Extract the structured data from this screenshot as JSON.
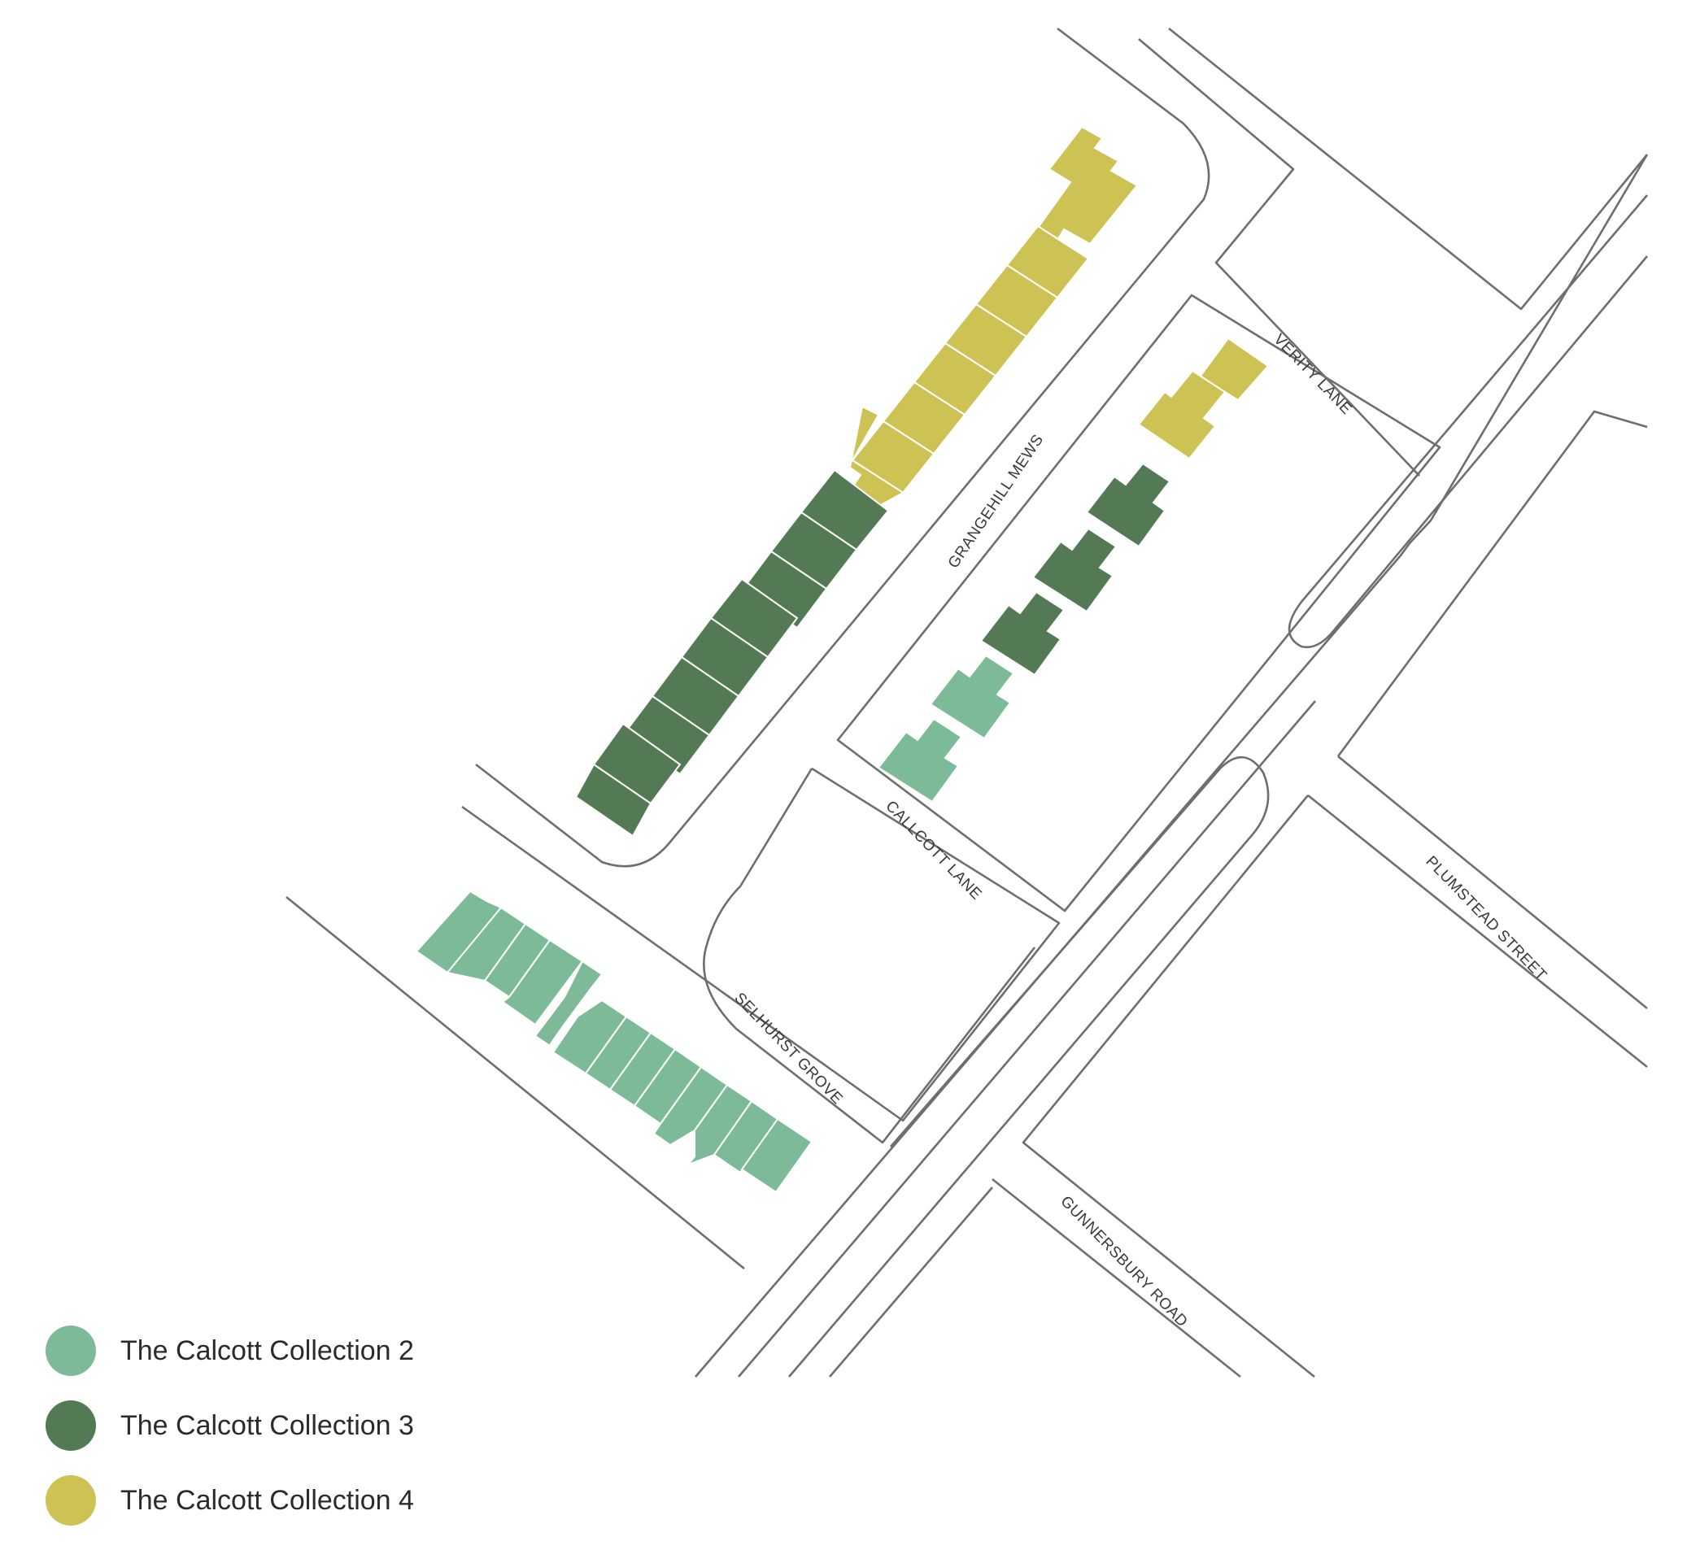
{
  "colors": {
    "collection2": "#7dba98",
    "collection3": "#547a55",
    "collection4": "#cdc254",
    "road": "#6e6e6e"
  },
  "streets": {
    "verity_lane": "VERITY LANE",
    "grangehill_mews": "GRANGEHILL MEWS",
    "callcott_lane": "CALLCOTT LANE",
    "plumstead_street": "PLUMSTEAD STREET",
    "selhurst_grove": "SELHURST GROVE",
    "gunnersbury_road": "GUNNERSBURY ROAD"
  },
  "legend": {
    "items": [
      {
        "label": "The Calcott Collection 2",
        "color": "#7dba98"
      },
      {
        "label": "The Calcott Collection 3",
        "color": "#547a55"
      },
      {
        "label": "The Calcott Collection 4",
        "color": "#cdc254"
      }
    ]
  }
}
